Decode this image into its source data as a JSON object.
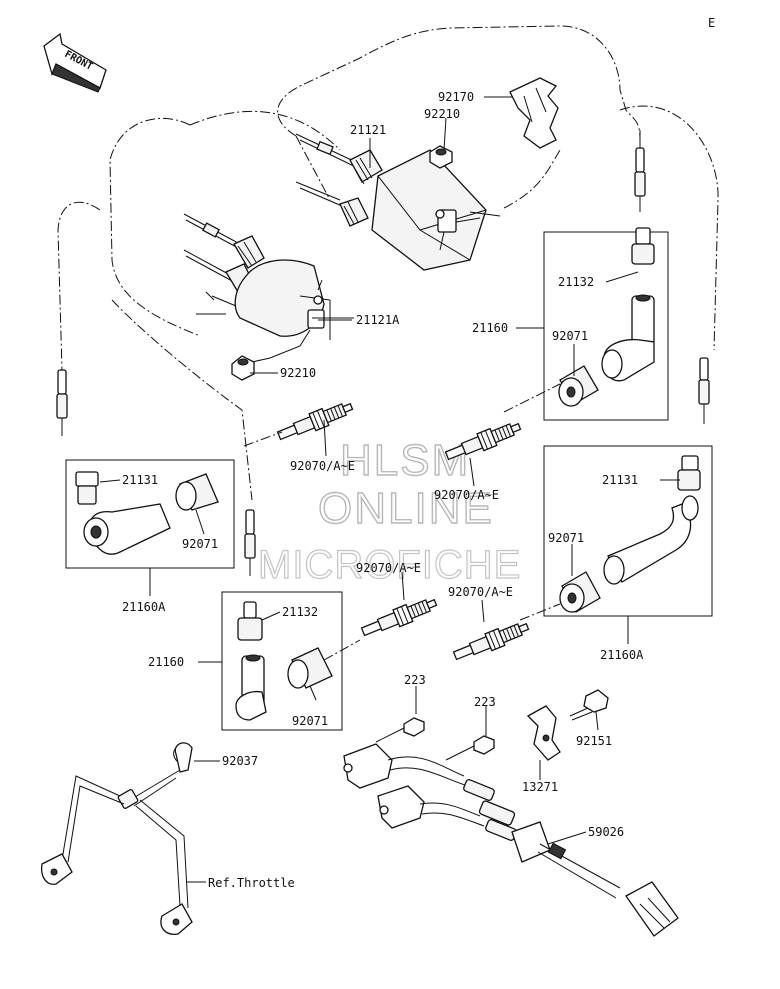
{
  "page_code": "E",
  "front_arrow": {
    "label": "FRONT",
    "icon": "front-arrow-icon"
  },
  "watermark": {
    "line1": "HLSM",
    "line2": "ONLINE",
    "line3": "MICROFICHE"
  },
  "parts": {
    "p92170": "92170",
    "p92210_top": "92210",
    "p21121": "21121",
    "p21121A": "21121A",
    "p92210_bottom": "92210",
    "p21132_right": "21132",
    "p21160_right": "21160",
    "p92071_right_top": "92071",
    "p92070_left": "92070/A~E",
    "p92070_mid": "92070/A~E",
    "p21131_left": "21131",
    "p92071_left": "92071",
    "p21160A_left": "21160A",
    "p21131_right": "21131",
    "p92071_right_bottom": "92071",
    "p21160A_right": "21160A",
    "p92070_center": "92070/A~E",
    "p92070_right": "92070/A~E",
    "p21132_center": "21132",
    "p21160_center": "21160",
    "p92071_center": "92071",
    "p223_a": "223",
    "p223_b": "223",
    "p92151": "92151",
    "p13271": "13271",
    "p92037": "92037",
    "p59026": "59026",
    "ref_throttle": "Ref.Throttle"
  }
}
